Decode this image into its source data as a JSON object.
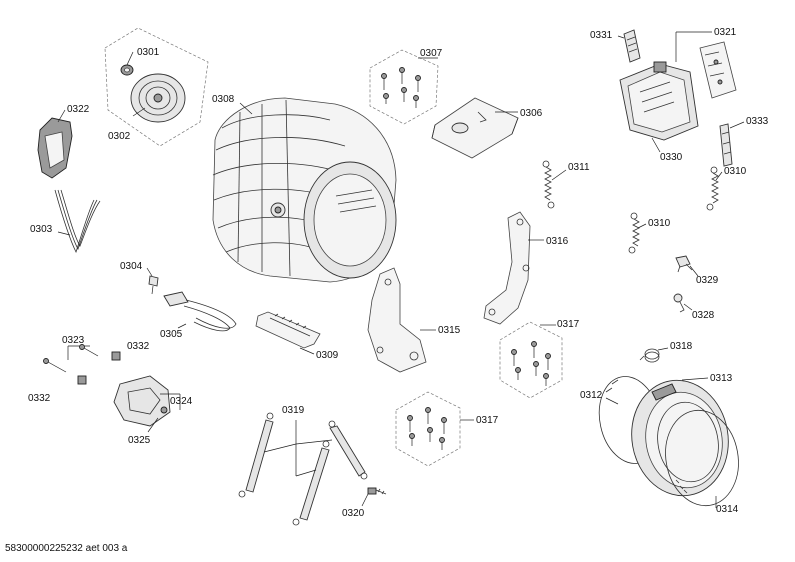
{
  "footer": {
    "drawing_id": "58300000225232 aet 003 a"
  },
  "labels": {
    "p0301": "0301",
    "p0302": "0302",
    "p0303": "0303",
    "p0304": "0304",
    "p0305": "0305",
    "p0306": "0306",
    "p0307": "0307",
    "p0308": "0308",
    "p0309": "0309",
    "p0310a": "0310",
    "p0310b": "0310",
    "p0311": "0311",
    "p0312": "0312",
    "p0313": "0313",
    "p0314": "0314",
    "p0315": "0315",
    "p0316": "0316",
    "p0317a": "0317",
    "p0317b": "0317",
    "p0318": "0318",
    "p0319": "0319",
    "p0320": "0320",
    "p0321": "0321",
    "p0322": "0322",
    "p0323": "0323",
    "p0324": "0324",
    "p0325": "0325",
    "p0328": "0328",
    "p0329": "0329",
    "p0330": "0330",
    "p0331": "0331",
    "p0332a": "0332",
    "p0332b": "0332",
    "p0333": "0333"
  }
}
